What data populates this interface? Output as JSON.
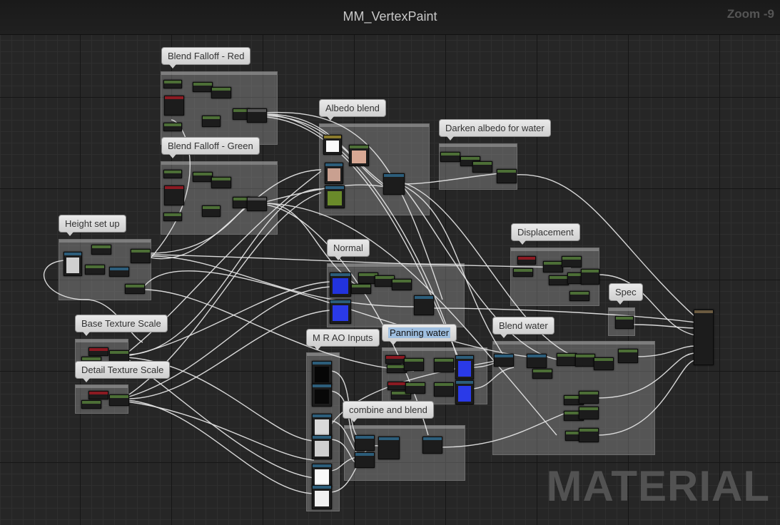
{
  "window": {
    "title": "MM_VertexPaint",
    "zoom": "Zoom -9"
  },
  "watermark": "MATERIAL",
  "comments": [
    {
      "key": "blend-falloff-red",
      "label": "Blend Falloff - Red"
    },
    {
      "key": "blend-falloff-green",
      "label": "Blend Falloff - Green"
    },
    {
      "key": "albedo-blend",
      "label": "Albedo blend"
    },
    {
      "key": "darken-albedo",
      "label": "Darken albedo for water"
    },
    {
      "key": "height-set-up",
      "label": "Height set up"
    },
    {
      "key": "normal",
      "label": "Normal"
    },
    {
      "key": "displacement",
      "label": "Displacement"
    },
    {
      "key": "spec",
      "label": "Spec"
    },
    {
      "key": "base-texture-scale",
      "label": "Base Texture Scale"
    },
    {
      "key": "detail-texture-scale",
      "label": "Detail Texture Scale"
    },
    {
      "key": "m-r-ao-inputs",
      "label": "M R AO Inputs"
    },
    {
      "key": "panning-water",
      "label": "Panning water"
    },
    {
      "key": "blend-water",
      "label": "Blend water"
    },
    {
      "key": "combine-and-blend",
      "label": "combine and blend"
    }
  ],
  "colors": {
    "scalar_node": "#4c6e36",
    "texture_node": "#2c5d7a",
    "vector_node": "#8a1a22",
    "wire": "#e6e6e6",
    "comment_bubble": "#dcdcdc"
  }
}
